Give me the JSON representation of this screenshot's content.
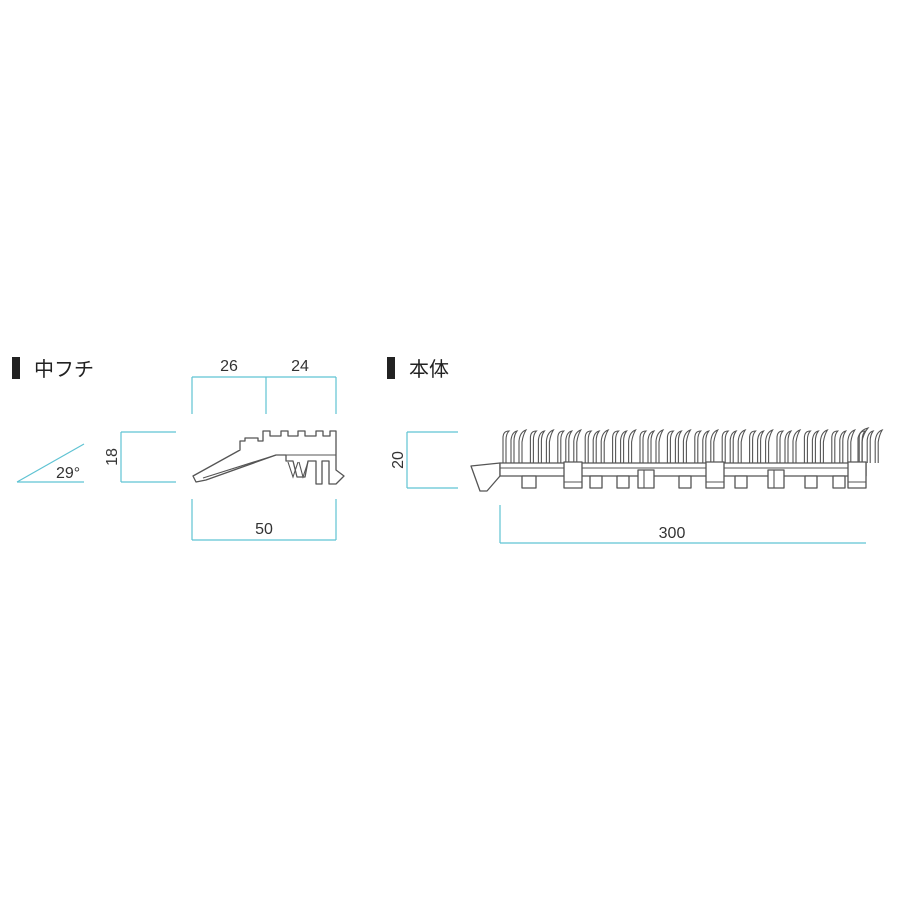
{
  "sections": [
    {
      "id": "edge",
      "heading": "中フチ",
      "dimensions": {
        "top_left_width": "26",
        "top_right_width": "24",
        "total_width": "50",
        "height": "18",
        "angle": "29°"
      }
    },
    {
      "id": "body",
      "heading": "本体",
      "dimensions": {
        "height": "20",
        "total_width": "300"
      }
    }
  ],
  "colors": {
    "dimension_line": "#5fc3d3",
    "outline": "#555555",
    "heading_marker": "#222222"
  }
}
